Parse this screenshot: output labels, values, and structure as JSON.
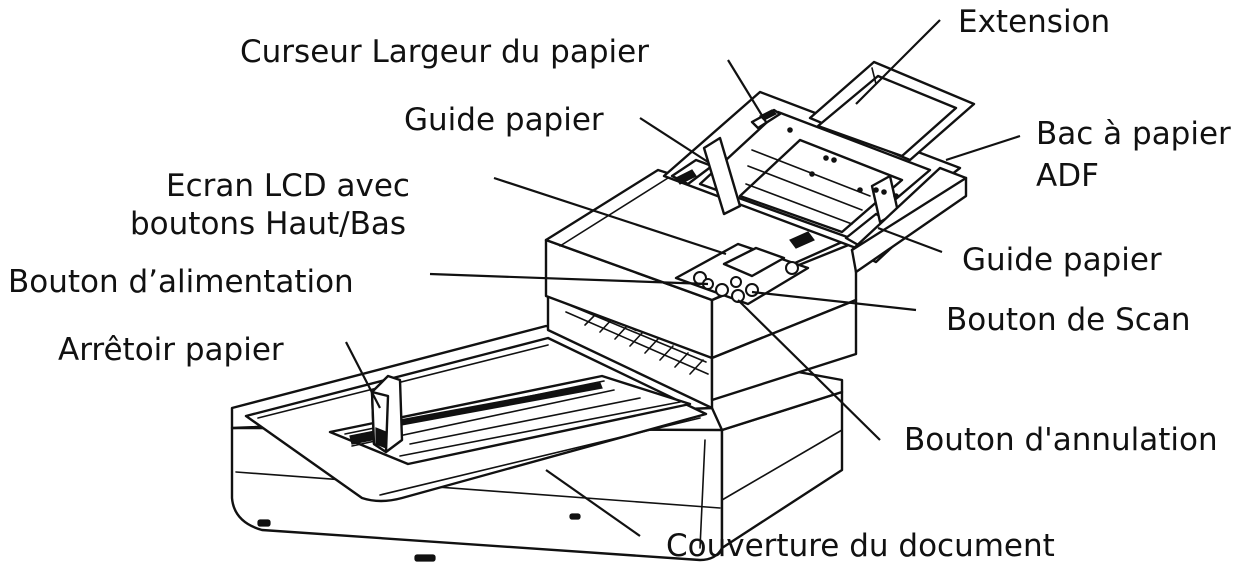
{
  "labels": {
    "extension": "Extension",
    "paper_width_slider": "Curseur Largeur du papier",
    "paper_guide_top": "Guide papier",
    "adf_tray_line1": "Bac à papier",
    "adf_tray_line2": "ADF",
    "lcd_line1": "Ecran LCD avec",
    "lcd_line2": "boutons Haut/Bas",
    "paper_guide_right": "Guide papier",
    "power_button": "Bouton d’alimentation",
    "scan_button": "Bouton de Scan",
    "paper_stopper": "Arrêtoir papier",
    "cancel_button": "Bouton d'annulation",
    "document_cover": "Couverture du document"
  }
}
